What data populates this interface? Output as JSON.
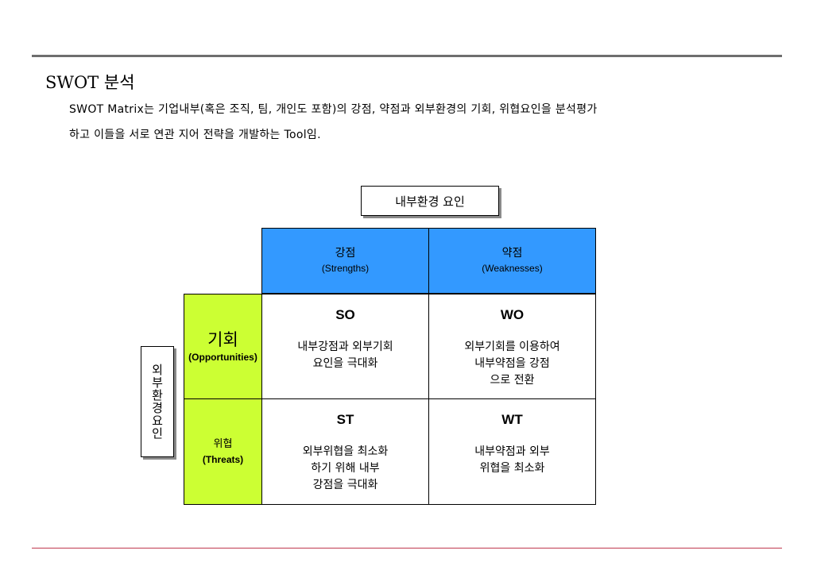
{
  "heading": "SWOT 분석",
  "description": [
    "SWOT Matrix는 기업내부(혹은 조직, 팀, 개인도 포함)의 강점, 약점과 외부환경의 기회, 위협요인을 분석평가",
    "하고 이들을 서로 연관 지어 전략을 개발하는 Tool임."
  ],
  "internal_factor_label": "내부환경 요인",
  "external_factor_label": "외부환경요인",
  "columns": [
    {
      "korean": "강점",
      "english": "(Strengths)"
    },
    {
      "korean": "약점",
      "english": "(Weaknesses)"
    }
  ],
  "rows": [
    {
      "korean": "기회",
      "english": "(Opportunities)"
    },
    {
      "korean": "위협",
      "english": "(Threats)"
    }
  ],
  "cells": {
    "so": {
      "code": "SO",
      "lines": [
        "내부강점과 외부기회",
        "요인을 극대화"
      ]
    },
    "wo": {
      "code": "WO",
      "lines": [
        "외부기회를 이용하여",
        "내부약점을 강점",
        "으로 전환"
      ]
    },
    "st": {
      "code": "ST",
      "lines": [
        "외부위협을 최소화",
        "하기 위해 내부",
        "강점을 극대화"
      ]
    },
    "wt": {
      "code": "WT",
      "lines": [
        "내부약점과 외부",
        "위협을 최소화"
      ]
    }
  },
  "colors": {
    "header_blue": "#3399ff",
    "side_green": "#ccff33",
    "top_rule": "#6e6e6e",
    "bottom_rule": "#c0394f"
  }
}
